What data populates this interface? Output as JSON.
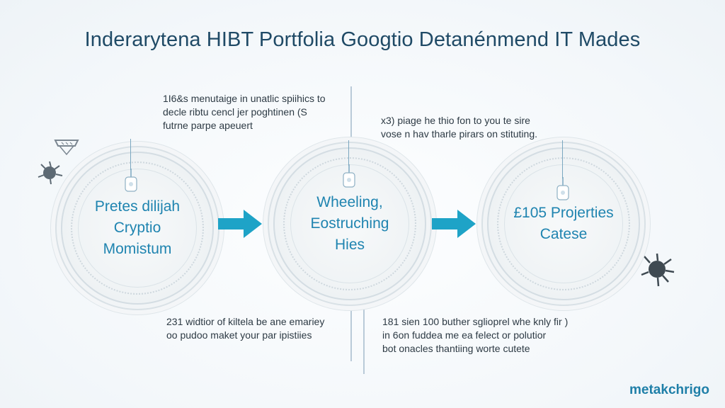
{
  "title": "Inderarytena HIBT Portfolia Googtio Detanénmend IT Mades",
  "notes": {
    "top_left": [
      "1I6&s menutaige in unatlic spiihics to",
      "decle ribtu cencl jer poghtinen (S",
      "futrne parpe apeuert"
    ],
    "top_right": [
      "x3) piage he thio fon to you te sire",
      "vose n hav tharle pirars on stituting."
    ],
    "bottom_left": [
      "231 widtior of kiltela be ane emariey",
      "oo pudoo maket your par ipistiies"
    ],
    "bottom_right": [
      "181 sien 100 buther sglioprel whe knly fir )",
      "in 6on fuddea me ea felect or polutior",
      "bot onacles thantiing worte cutete"
    ]
  },
  "circles": [
    {
      "lines": [
        "Pretes dilijah",
        "Cryptio",
        "Momistum"
      ]
    },
    {
      "lines": [
        "Wheeling,",
        "Eostruching",
        "Hies"
      ]
    },
    {
      "lines": [
        "£105 Projerties",
        "Catese"
      ]
    }
  ],
  "logo": "metakchrigo",
  "colors": {
    "title": "#1f4a66",
    "accent": "#1f84b0",
    "arrow": "#1ea3c7",
    "divider": "#b9cad8"
  },
  "icons": [
    "arrow-right-icon",
    "pendant-icon",
    "ink-splash-icon",
    "crest-icon"
  ]
}
